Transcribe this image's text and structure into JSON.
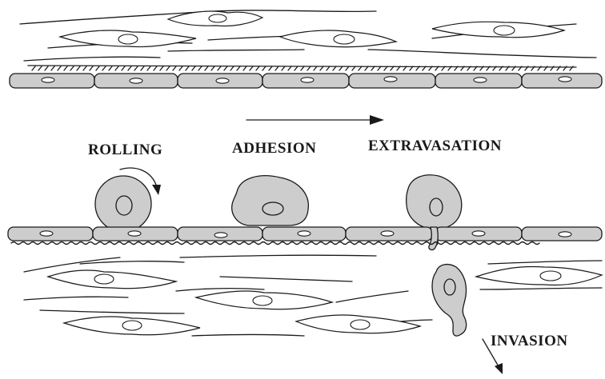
{
  "stages": {
    "rolling": "ROLLING",
    "adhesion": "ADHESION",
    "extravasation": "EXTRAVASATION",
    "invasion": "INVASION"
  },
  "colors": {
    "cell_fill": "#cdcdcd",
    "ink": "#1a1a1a",
    "background": "#ffffff"
  }
}
